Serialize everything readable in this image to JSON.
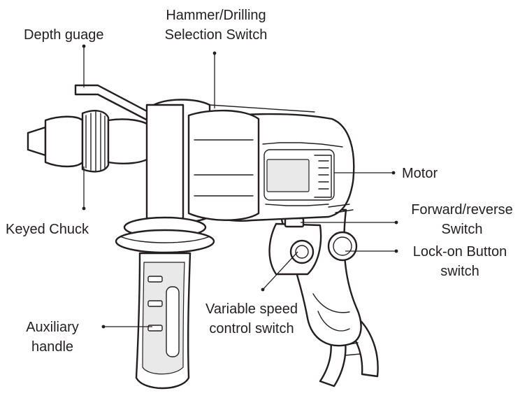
{
  "labels": {
    "depth_gauge": "Depth guage",
    "hammer_switch_line1": "Hammer/Drilling",
    "hammer_switch_line2": "Selection Switch",
    "keyed_chuck": "Keyed Chuck",
    "motor": "Motor",
    "forward_reverse_line1": "Forward/reverse",
    "forward_reverse_line2": "Switch",
    "lock_on_line1": "Lock-on Button",
    "lock_on_line2": "switch",
    "variable_speed_line1": "Variable speed",
    "variable_speed_line2": "control switch",
    "auxiliary_line1": "Auxiliary",
    "auxiliary_line2": "handle"
  },
  "colors": {
    "ink": "#231f20",
    "background": "#ffffff"
  }
}
